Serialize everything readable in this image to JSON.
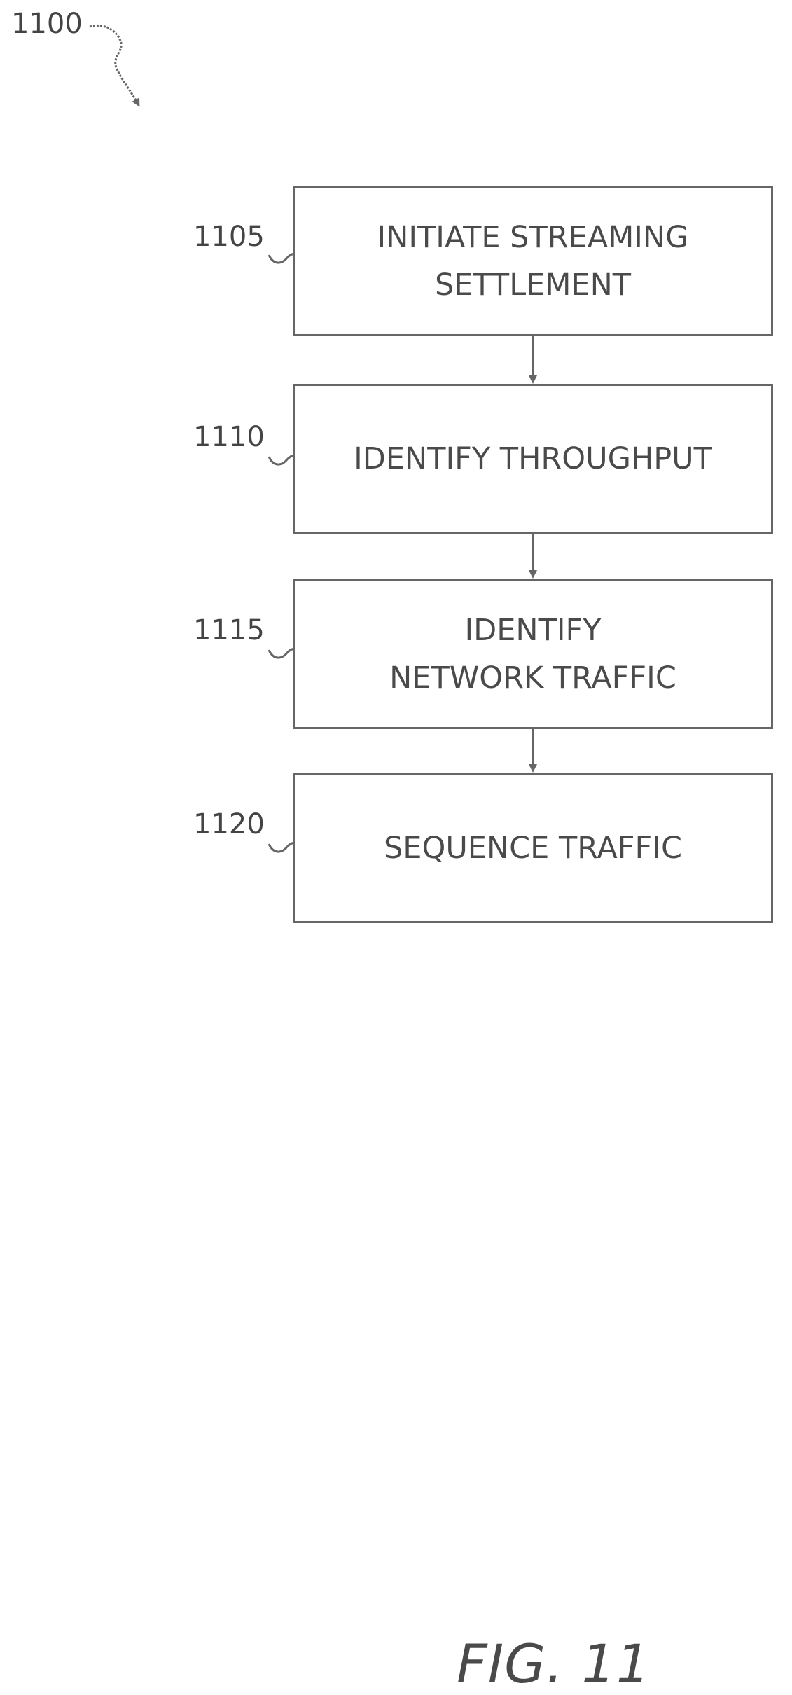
{
  "figure": {
    "reference": "1100",
    "caption": "FIG. 11"
  },
  "steps": [
    {
      "ref": "1105",
      "lines": [
        "INITIATE STREAMING",
        "SETTLEMENT"
      ]
    },
    {
      "ref": "1110",
      "lines": [
        "IDENTIFY THROUGHPUT"
      ]
    },
    {
      "ref": "1115",
      "lines": [
        "IDENTIFY",
        "NETWORK TRAFFIC"
      ]
    },
    {
      "ref": "1120",
      "lines": [
        "SEQUENCE TRAFFIC"
      ]
    }
  ],
  "colors": {
    "stroke": "#666666",
    "text": "#4a4a4a",
    "background": "#ffffff"
  }
}
